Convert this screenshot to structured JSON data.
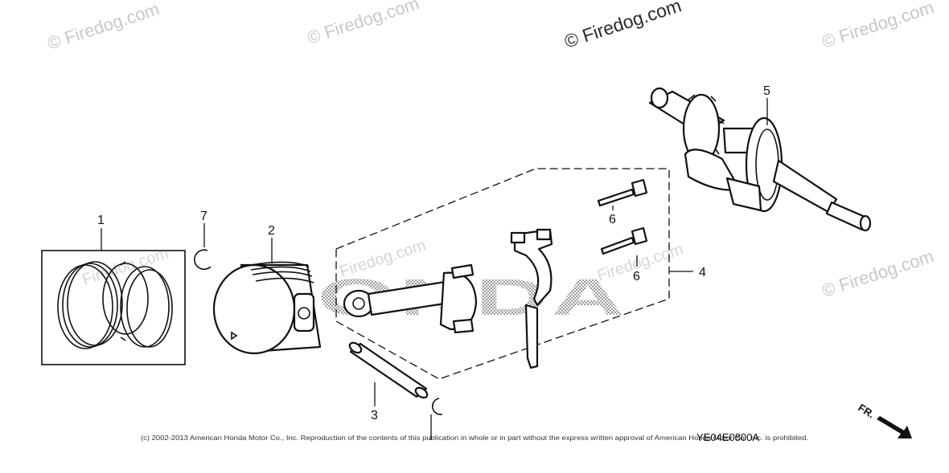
{
  "callouts": {
    "c1": "1",
    "c2": "2",
    "c3": "3",
    "c4": "4",
    "c5": "5",
    "c6a": "6",
    "c6b": "6",
    "c7": "7"
  },
  "watermarks": {
    "w1": "© Firedog.com",
    "w2": "© Firedog.com",
    "w3": "© Firedog.com",
    "w4": "© Firedog.com",
    "w5": "Firedog.com",
    "w6": "Firedog.com",
    "w7": "Firedog.com",
    "w8": "© Firedog.com"
  },
  "background_brand": "HONDA",
  "copyright": "(c) 2002-2013 American Honda Motor Co., Inc. Reproduction of the contents of this publication in whole or in part without the express written approval of American Honda Motor Co., Inc. is prohibited.",
  "ref_code": "YE04E0800A",
  "direction_label": "FR.",
  "colors": {
    "line": "#111111",
    "watermark": "#c8c8c8",
    "background": "#ffffff"
  },
  "icons": {
    "direction": "arrow-down-right-icon"
  }
}
